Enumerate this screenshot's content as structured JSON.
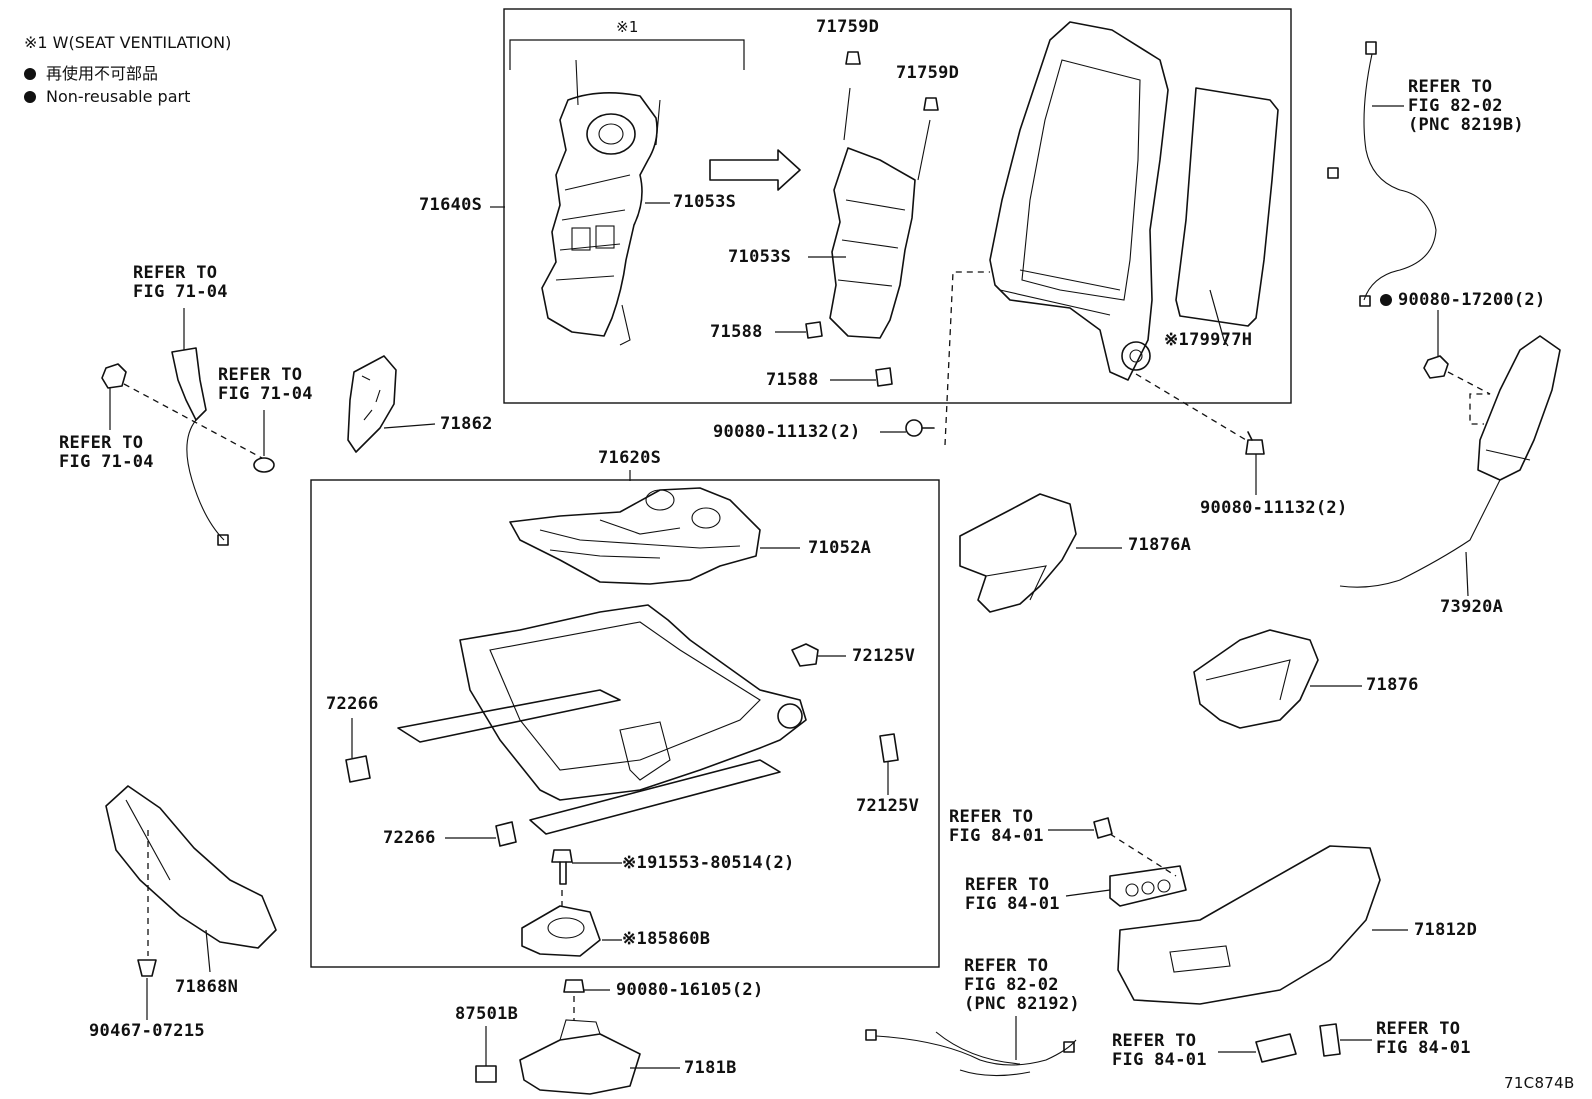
{
  "legend": {
    "note1": "※1 W(SEAT VENTILATION)",
    "jp": "再使用不可部品",
    "nonreusable": "Non-reusable part"
  },
  "labels": {
    "l_71640S": "71640S",
    "l_71053S_a": "71053S",
    "l_71053S_b": "71053S",
    "l_note1_bracket": "※1",
    "l_71759D_a": "71759D",
    "l_71759D_b": "71759D",
    "l_71588_a": "71588",
    "l_71588_b": "71588",
    "l_79977H": "※179977H",
    "l_90080_11132_a": "90080-11132(2)",
    "l_90080_11132_b": "90080-11132(2)",
    "l_71620S": "71620S",
    "l_71052A": "71052A",
    "l_71876A": "71876A",
    "l_72125V_a": "72125V",
    "l_72125V_b": "72125V",
    "l_72266_a": "72266",
    "l_72266_b": "72266",
    "l_91553": "※191553-80514(2)",
    "l_85860B": "※185860B",
    "l_71862": "71862",
    "l_71876": "71876",
    "l_73920A": "73920A",
    "l_90080_17200": "90080-17200(2)",
    "l_71812D": "71812D",
    "l_71868N": "71868N",
    "l_90467": "90467-07215",
    "l_90080_16105": "90080-16105(2)",
    "l_87501B": "87501B",
    "l_7181B": "7181B",
    "l_fig_code": "71C874B"
  },
  "refs": {
    "r_7104_top": [
      "REFER TO",
      "FIG 71-04"
    ],
    "r_7104_mid": [
      "REFER TO",
      "FIG 71-04"
    ],
    "r_7104_left": [
      "REFER TO",
      "FIG 71-04"
    ],
    "r_8202_top": [
      "REFER TO",
      "FIG 82-02",
      "(PNC 8219B)"
    ],
    "r_8401_a": [
      "REFER TO",
      "FIG 84-01"
    ],
    "r_8401_b": [
      "REFER TO",
      "FIG 84-01"
    ],
    "r_8202_bot": [
      "REFER TO",
      "FIG 82-02",
      "(PNC 82192)"
    ],
    "r_8401_c": [
      "REFER TO",
      "FIG 84-01"
    ],
    "r_8401_d": [
      "REFER TO",
      "FIG 84-01"
    ]
  }
}
